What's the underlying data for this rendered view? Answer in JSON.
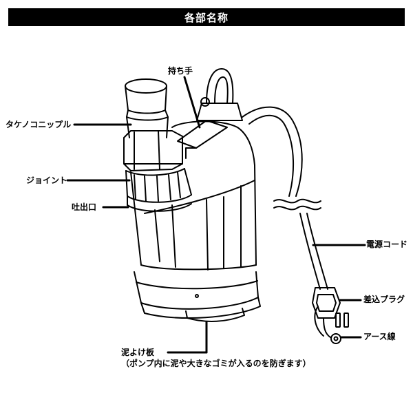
{
  "header": {
    "title": "各部名称"
  },
  "labels": {
    "handle": "持ち手",
    "hose_nipple": "タケノコニップル",
    "joint": "ジョイント",
    "outlet": "吐出口",
    "power_cord": "電源コード",
    "plug": "差込プラグ",
    "ground_wire": "アース線",
    "strainer": "泥よけ板",
    "strainer_note": "（ポンプ内に泥や大きなゴミが入るのを防ぎます）"
  }
}
